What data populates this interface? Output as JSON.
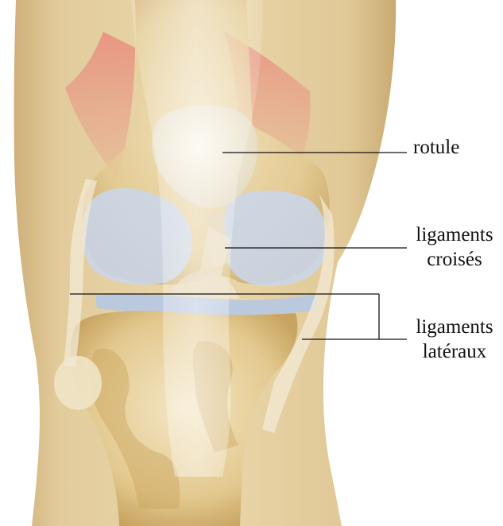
{
  "labels": {
    "rotule": "rotule",
    "ligaments_croises": {
      "line1": "ligaments",
      "line2": "croisés"
    },
    "ligaments_lateraux": {
      "line1": "ligaments",
      "line2": "latéraux"
    }
  },
  "colors": {
    "skin": "#dcc28f",
    "skin_dark": "#c8a868",
    "bone": "#e8d5a6",
    "bone_shade": "#c9a45e",
    "cartilage": "#c9d6ea",
    "muscle": "#e2897a",
    "patella": "#f2ead8",
    "leader_line": "#111111"
  }
}
